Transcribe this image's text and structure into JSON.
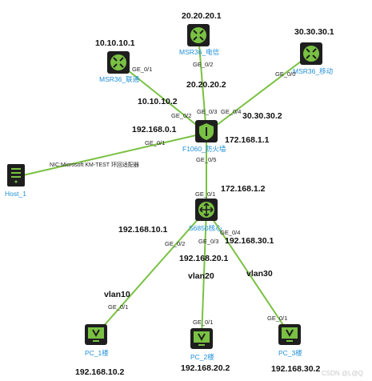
{
  "colors": {
    "link": "#7ac143",
    "device_bg": "#1e1e1e",
    "device_icon": "#7ac143",
    "name": "#1f8fd8"
  },
  "devices": {
    "msr_telecom": {
      "name": "MSR36_电信",
      "icon": "router-icon"
    },
    "msr_unicom": {
      "name": "MSR36_联通",
      "icon": "router-icon"
    },
    "msr_mobile": {
      "name": "MSR36_移动",
      "icon": "router-icon"
    },
    "firewall": {
      "name": "F1060_防火墙",
      "icon": "firewall-icon"
    },
    "core": {
      "name": "S6850核心",
      "icon": "core-switch-icon"
    },
    "host1": {
      "name": "Host_1",
      "icon": "host-icon"
    },
    "pc1": {
      "name": "PC_1楼",
      "icon": "monitor-icon"
    },
    "pc2": {
      "name": "PC_2楼",
      "icon": "monitor-icon"
    },
    "pc3": {
      "name": "PC_3楼",
      "icon": "monitor-icon"
    }
  },
  "ips": {
    "telecom_top": "20.20.20.1",
    "unicom_top": "10.10.10.1",
    "mobile_top": "30.30.30.1",
    "telecom_fw": "20.20.20.2",
    "unicom_fw": "10.10.10.2",
    "mobile_fw": "30.30.30.2",
    "fw_host": "192.168.0.1",
    "fw_core_up": "172.168.1.1",
    "core_fw": "172.168.1.2",
    "core_v10": "192.168.10.1",
    "core_v20": "192.168.20.1",
    "core_v30": "192.168.30.1",
    "pc1": "192.168.10.2",
    "pc2": "192.168.20.2",
    "pc3": "192.168.30.2"
  },
  "ports": {
    "unicom_ge01": "GE_0/1",
    "telecom_ge02": "GE_0/2",
    "mobile_ge00": "GE_0/0",
    "fw_ge02": "GE_0/2",
    "fw_ge03": "GE_0/3",
    "fw_ge04": "GE_0/4",
    "fw_ge01": "GE_0/1",
    "fw_ge05": "GE_0/5",
    "core_ge01": "GE_0/1",
    "core_ge02": "GE_0/2",
    "core_ge03": "GE_0/3",
    "core_ge04": "GE_0/4",
    "pc1_ge01": "GE_0/1",
    "pc2_ge01": "GE_0/1",
    "pc3_ge01": "GE_0/1"
  },
  "host_nic": "NIC:Microsoft KM-TEST 环回适配器",
  "vlans": {
    "v10": "vlan10",
    "v20": "vlan20",
    "v30": "vlan30"
  },
  "watermark": "CSDN @L@Q"
}
